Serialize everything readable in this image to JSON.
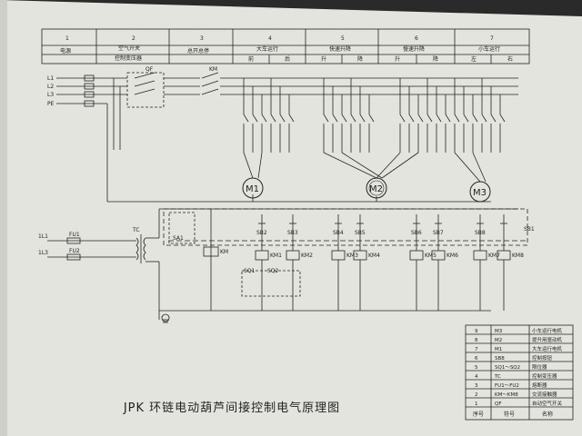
{
  "drawing_title": "JPK 环链电动葫芦间接控制电气原理图",
  "columns": [
    {
      "no": "1",
      "name": "电源",
      "sub": []
    },
    {
      "no": "2",
      "name": "空气开关",
      "sub": [
        "控制变压器"
      ]
    },
    {
      "no": "3",
      "name": "总开总停",
      "sub": []
    },
    {
      "no": "4",
      "name": "大车运行",
      "sub": [
        "前",
        "后"
      ]
    },
    {
      "no": "5",
      "name": "快速升降",
      "sub": [
        "升",
        "降"
      ]
    },
    {
      "no": "6",
      "name": "慢速升降",
      "sub": [
        "升",
        "降"
      ]
    },
    {
      "no": "7",
      "name": "小车运行",
      "sub": [
        "左",
        "右"
      ]
    }
  ],
  "phases": [
    "L1",
    "L2",
    "L3",
    "PE"
  ],
  "breaker": "QF",
  "km_main": "KM",
  "motors": [
    "M1",
    "M2",
    "M3"
  ],
  "fuses": [
    "FU1",
    "FU2"
  ],
  "transformer": "TC",
  "bus_labels": [
    "1L1",
    "1L3"
  ],
  "sa": "SA1",
  "sbl": "SB1",
  "buttons": [
    "SB2",
    "SB3",
    "SB4",
    "SB5",
    "SB6",
    "SB7",
    "SB8"
  ],
  "coils": [
    "KM",
    "KM1",
    "KM2",
    "KM3",
    "KM4",
    "KM5",
    "KM6",
    "KM7",
    "KM8"
  ],
  "limits": [
    "SQ1",
    "SQ2"
  ],
  "parts_list": [
    {
      "no": "9",
      "code": "M3",
      "name": "小车运行电机"
    },
    {
      "no": "8",
      "code": "M2",
      "name": "提升用驱动机"
    },
    {
      "no": "7",
      "code": "M1",
      "name": "大车运行电机"
    },
    {
      "no": "6",
      "code": "SB8",
      "name": "控制按钮"
    },
    {
      "no": "5",
      "code": "SQ1～SQ2",
      "name": "限位器"
    },
    {
      "no": "4",
      "code": "TC",
      "name": "控制变压器"
    },
    {
      "no": "3",
      "code": "FU1～FU2",
      "name": "熔断器"
    },
    {
      "no": "2",
      "code": "KM～KM8",
      "name": "交流接触器"
    },
    {
      "no": "1",
      "code": "QF",
      "name": "自动空气开关"
    }
  ],
  "parts_header": {
    "no": "序号",
    "code": "符号",
    "name": "名称"
  }
}
